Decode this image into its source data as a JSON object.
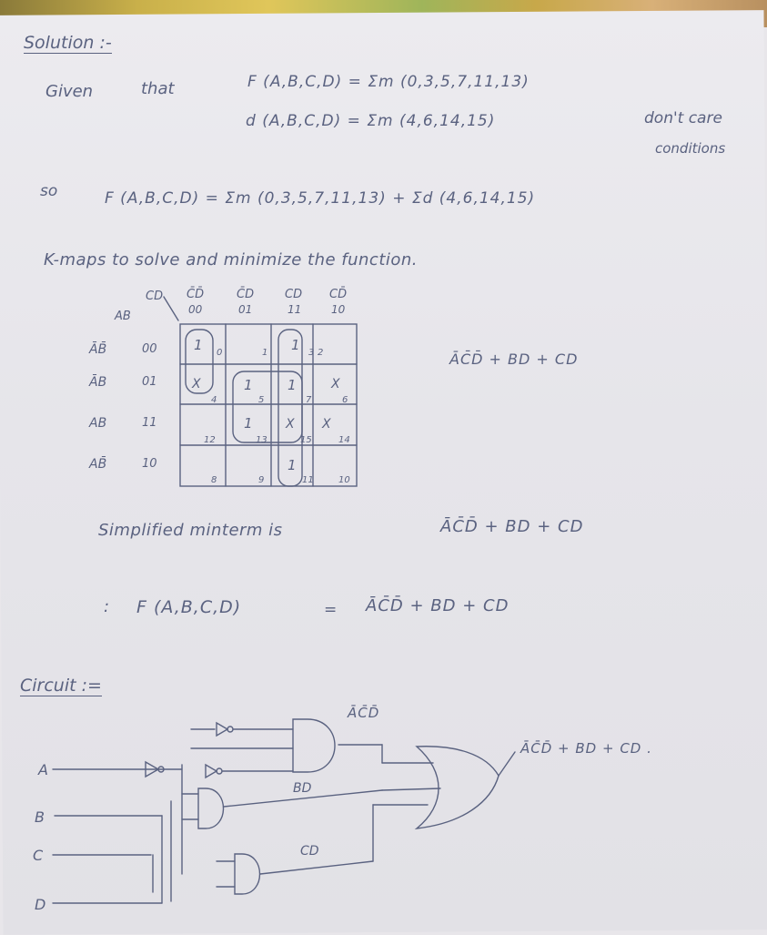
{
  "heading": "Solution :-",
  "given": {
    "label1": "Given",
    "label2": "that",
    "f_expr": "F (A,B,C,D) = Σm (0,3,5,7,11,13)",
    "d_expr": "d (A,B,C,D) = Σm (4,6,14,15)",
    "dc_line1": "don't care",
    "dc_line2": "conditions"
  },
  "so_label": "so",
  "so_expr": "F (A,B,C,D) = Σm (0,3,5,7,11,13) + Σd (4,6,14,15)",
  "kmap_intro": "K-maps to solve and minimize the function.",
  "kmap": {
    "corner_cd": "CD",
    "corner_ab": "AB",
    "col_headers": [
      "C̄D̄",
      "C̄D",
      "CD",
      "CD̄"
    ],
    "col_codes": [
      "00",
      "01",
      "11",
      "10"
    ],
    "row_headers": [
      "ĀB̄",
      "ĀB",
      "AB",
      "AB̄"
    ],
    "row_codes": [
      "00",
      "01",
      "11",
      "10"
    ],
    "cells": [
      [
        {
          "v": "1",
          "i": "0"
        },
        {
          "v": "",
          "i": "1"
        },
        {
          "v": "1",
          "i": "3"
        },
        {
          "v": "",
          "i": "2"
        }
      ],
      [
        {
          "v": "X",
          "i": "4"
        },
        {
          "v": "1",
          "i": "5"
        },
        {
          "v": "1",
          "i": "7"
        },
        {
          "v": "X",
          "i": "6"
        }
      ],
      [
        {
          "v": "",
          "i": "12"
        },
        {
          "v": "1",
          "i": "13"
        },
        {
          "v": "X",
          "i": "15"
        },
        {
          "v": "X",
          "i": "14"
        }
      ],
      [
        {
          "v": "",
          "i": "8"
        },
        {
          "v": "",
          "i": "9"
        },
        {
          "v": "1",
          "i": "11"
        },
        {
          "v": "",
          "i": "10"
        }
      ]
    ],
    "result": "ĀC̄D̄ + BD + CD"
  },
  "simplified_label": "Simplified minterm is",
  "simplified_expr": "ĀC̄D̄ + BD + CD",
  "therefore_sym": ":",
  "final_lhs": "F (A,B,C,D)",
  "final_eq": "=",
  "final_rhs": "ĀC̄D̄ + BD + CD",
  "circuit_label": "Circuit :=",
  "circuit": {
    "inputs": [
      "A",
      "B",
      "C",
      "D"
    ],
    "and1_label": "ĀC̄D̄",
    "and2_label": "BD",
    "and3_label": "CD",
    "output_label": "ĀC̄D̄ + BD + CD ."
  }
}
